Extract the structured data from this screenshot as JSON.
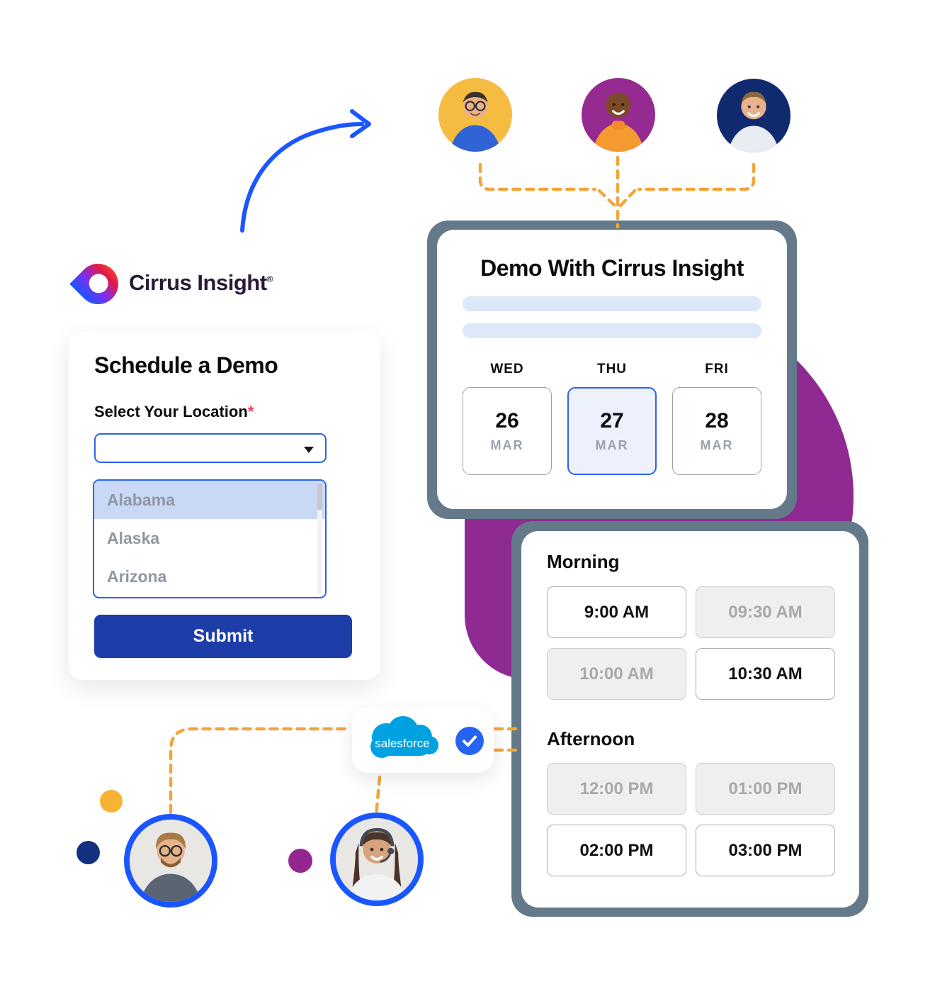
{
  "brand": {
    "name": "Cirrus Insight",
    "registered_mark": "®"
  },
  "form_card": {
    "title": "Schedule a Demo",
    "location_label": "Select Your Location",
    "required_asterisk": "*",
    "location_select_value": "",
    "location_options": [
      "Alabama",
      "Alaska",
      "Arizona"
    ],
    "highlighted_option": "Alabama",
    "submit_label": "Submit"
  },
  "booking_card": {
    "title": "Demo With Cirrus Insight",
    "days": [
      {
        "weekday": "WED",
        "date": "26",
        "month": "MAR",
        "selected": false
      },
      {
        "weekday": "THU",
        "date": "27",
        "month": "MAR",
        "selected": true
      },
      {
        "weekday": "FRI",
        "date": "28",
        "month": "MAR",
        "selected": false
      }
    ]
  },
  "slots_card": {
    "sections": [
      {
        "label": "Morning",
        "slots": [
          {
            "time": "9:00 AM",
            "available": true
          },
          {
            "time": "09:30 AM",
            "available": false
          },
          {
            "time": "10:00 AM",
            "available": false
          },
          {
            "time": "10:30 AM",
            "available": true
          }
        ]
      },
      {
        "label": "Afternoon",
        "slots": [
          {
            "time": "12:00 PM",
            "available": false
          },
          {
            "time": "01:00 PM",
            "available": false
          },
          {
            "time": "02:00 PM",
            "available": true
          },
          {
            "time": "03:00 PM",
            "available": true
          }
        ]
      }
    ]
  },
  "integration_card": {
    "logo_text": "salesforce"
  },
  "colors": {
    "accent_blue": "#1a56ff",
    "select_border_blue": "#2b63e8",
    "submit_blue": "#1d3ea9",
    "amber_dash": "#f2a53a",
    "purple_blob": "#8e2a92",
    "navy_avatar": "#102a70",
    "purple_avatar": "#952b90",
    "yellow_avatar": "#f6bb41",
    "slate_shadow": "#64798a",
    "salesforce_blue": "#00a1e0"
  }
}
